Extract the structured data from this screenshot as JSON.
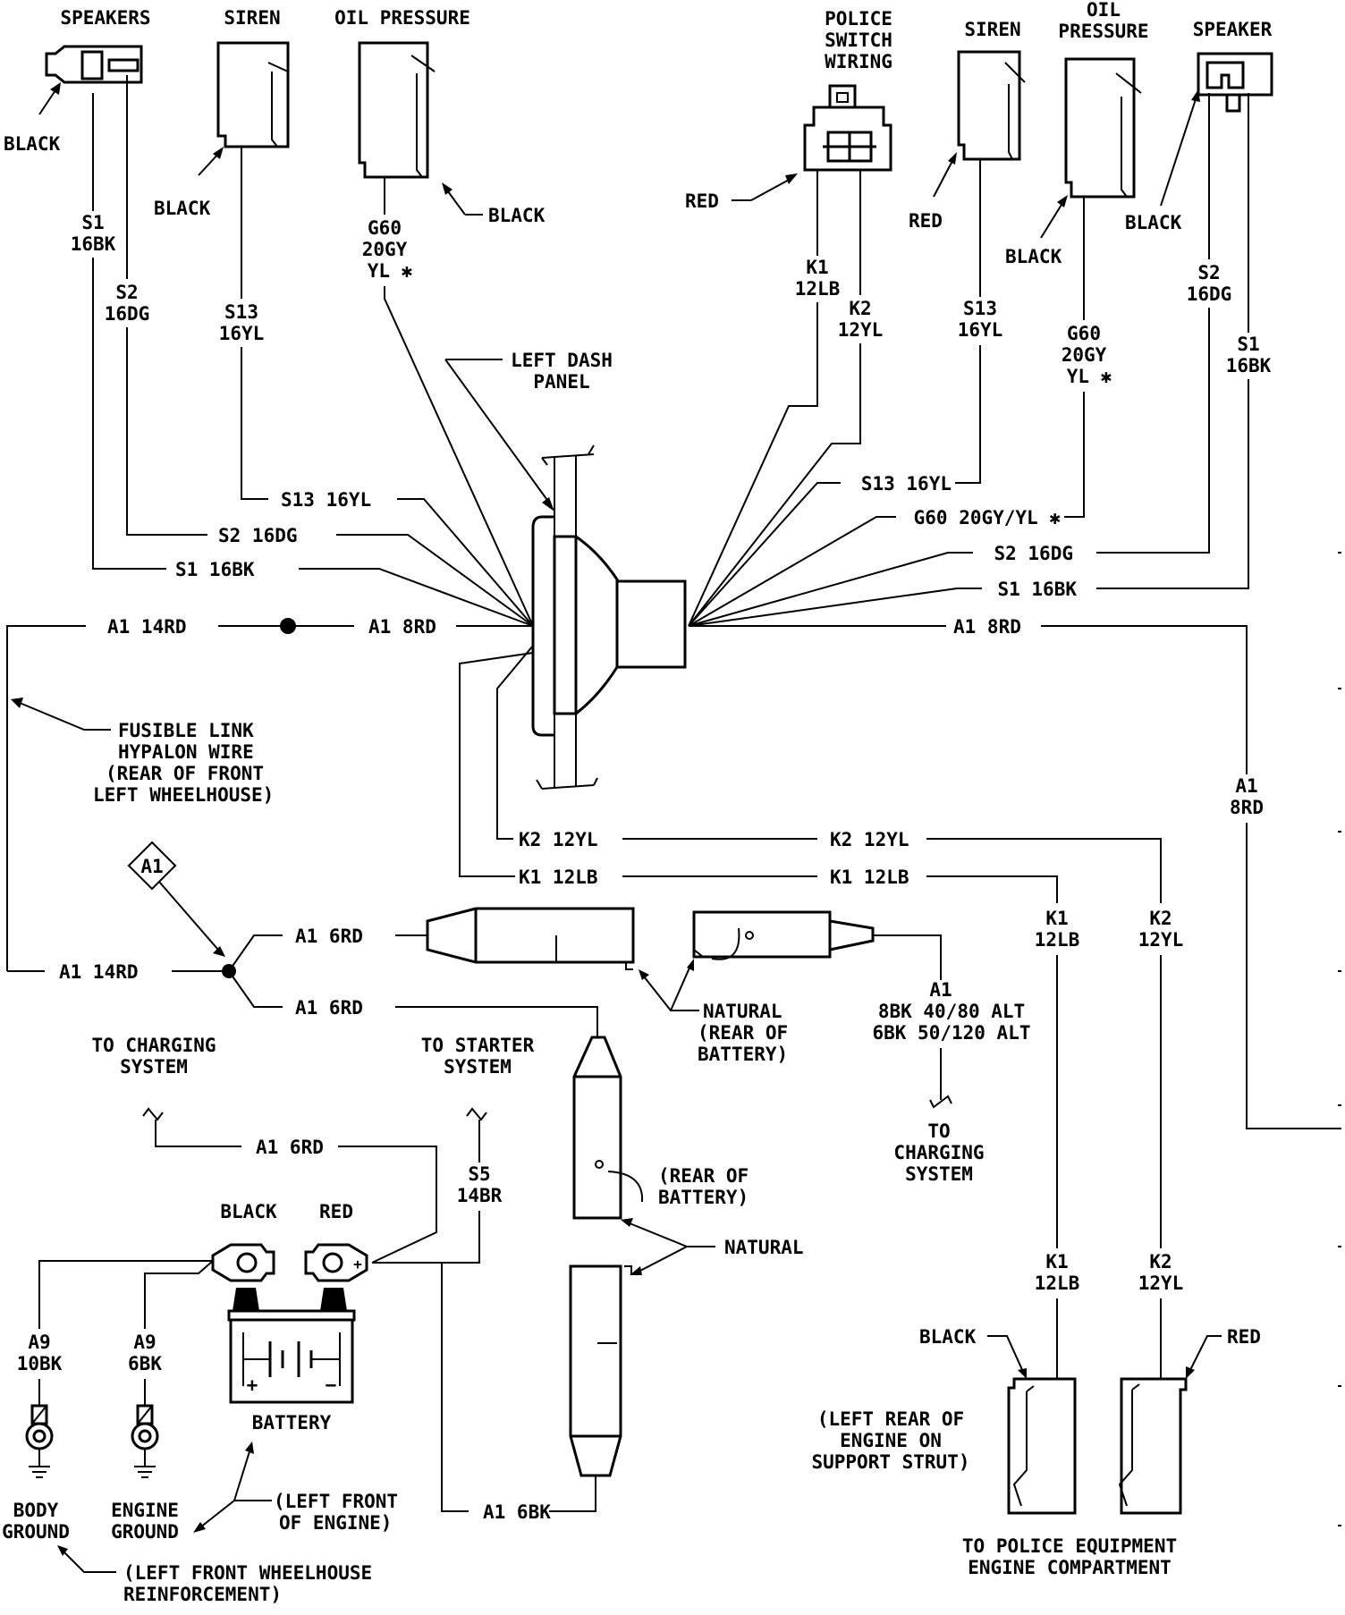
{
  "labels": {
    "speakers_left": "SPEAKERS",
    "siren_left": "SIREN",
    "oil_pressure_left": "OIL PRESSURE",
    "police_switch": [
      "POLICE",
      "SWITCH",
      "WIRING"
    ],
    "siren_right": "SIREN",
    "oil_pressure_right": [
      "OIL",
      "PRESSURE"
    ],
    "speaker_right": "SPEAKER",
    "black": "BLACK",
    "red": "RED",
    "left_dash_panel": [
      "LEFT DASH",
      "PANEL"
    ],
    "fusible_link": [
      "FUSIBLE LINK",
      "HYPALON WIRE",
      "(REAR OF FRONT",
      "LEFT WHEELHOUSE)"
    ],
    "a1_diamond": "A1",
    "natural_rear_battery": [
      "NATURAL",
      "(REAR OF",
      "BATTERY)"
    ],
    "alt_wire": [
      "A1",
      "8BK 40/80 ALT",
      "6BK 50/120 ALT"
    ],
    "to_charging_right": [
      "TO",
      "CHARGING",
      "SYSTEM"
    ],
    "to_charging_left": [
      "TO CHARGING",
      "SYSTEM"
    ],
    "to_starter": [
      "TO STARTER",
      "SYSTEM"
    ],
    "rear_of_battery": [
      "(REAR OF",
      "BATTERY)"
    ],
    "natural": "NATURAL",
    "battery": "BATTERY",
    "plus": "+",
    "minus": "−",
    "left_front_engine": [
      "(LEFT FRONT",
      "OF ENGINE)"
    ],
    "body_ground": [
      "BODY",
      "GROUND"
    ],
    "engine_ground": [
      "ENGINE",
      "GROUND"
    ],
    "left_front_wheelhouse": [
      "(LEFT FRONT WHEELHOUSE",
      "REINFORCEMENT)"
    ],
    "left_rear_engine": [
      "(LEFT REAR OF",
      "ENGINE ON",
      "SUPPORT STRUT)"
    ],
    "to_police_equipment": [
      "TO POLICE EQUIPMENT",
      "ENGINE COMPARTMENT"
    ]
  },
  "wires": {
    "s1_16bk_v": [
      "S1",
      "16BK"
    ],
    "s2_16dg_v": [
      "S2",
      "16DG"
    ],
    "s13_16yl_v": [
      "S13",
      "16YL"
    ],
    "g60_v": [
      "G60",
      "20GY",
      "YL ✱"
    ],
    "k1_12lb_v": [
      "K1",
      "12LB"
    ],
    "k2_12yl_v": [
      "K2",
      "12YL"
    ],
    "a1_8rd_v": [
      "A1",
      "8RD"
    ],
    "s5_14br_v": [
      "S5",
      "14BR"
    ],
    "a9_10bk_v": [
      "A9",
      "10BK"
    ],
    "a9_6bk_v": [
      "A9",
      "6BK"
    ],
    "s13_16yl": "S13 16YL",
    "s2_16dg": "S2 16DG",
    "s1_16bk": "S1 16BK",
    "a1_14rd": "A1 14RD",
    "a1_8rd": "A1 8RD",
    "g60_20gy_yl": "G60 20GY/YL ✱",
    "k2_12yl": "K2 12YL",
    "k1_12lb": "K1 12LB",
    "a1_6rd": "A1 6RD",
    "a1_6bk": "A1 6BK"
  }
}
